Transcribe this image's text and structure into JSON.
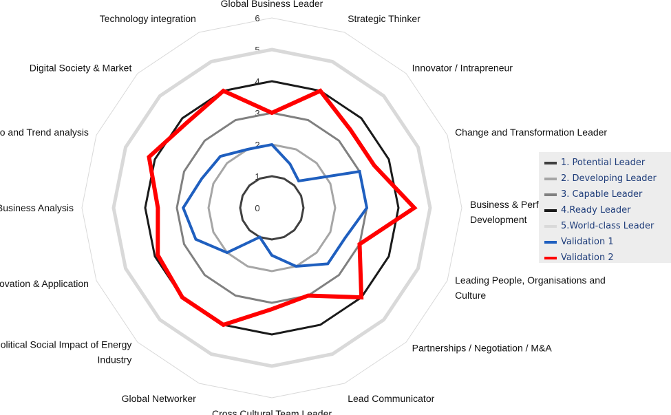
{
  "chart_data": {
    "type": "radar",
    "title": "",
    "categories": [
      "Global Business Leader",
      "Strategic Thinker",
      "Innovator / Intrapreneur",
      "Change and Transformation Leader",
      "Business & Performance Development",
      "Leading People, Organisations and Culture",
      "Partnerships / Negotiation / M&A",
      "Lead Communicator",
      "Cross Cultural Team Leader",
      "Global Networker",
      "Political Social Impact of Energy Industry",
      "Energy Innovation & Application",
      "Energy Business Analysis",
      "Scenario and Trend analysis",
      "Digital Society & Market",
      "Technology integration"
    ],
    "category_lines": [
      [
        "Global Business Leader"
      ],
      [
        "Strategic Thinker"
      ],
      [
        "Innovator / Intrapreneur"
      ],
      [
        "Change and Transformation Leader"
      ],
      [
        "Business & Performance",
        "Development"
      ],
      [
        "Leading People, Organisations and",
        "Culture"
      ],
      [
        "Partnerships / Negotiation / M&A"
      ],
      [
        "Lead Communicator"
      ],
      [
        "Cross Cultural Team Leader"
      ],
      [
        "Global Networker"
      ],
      [
        "Political Social Impact of Energy",
        "Industry"
      ],
      [
        "Energy Innovation & Application"
      ],
      [
        "Energy Business Analysis"
      ],
      [
        "Scenario and Trend analysis"
      ],
      [
        "Digital Society & Market"
      ],
      [
        "Technology integration"
      ]
    ],
    "rlim": [
      0,
      6
    ],
    "ticks": [
      "0",
      "1",
      "2",
      "3",
      "4",
      "5",
      "6"
    ],
    "grid": true,
    "legend_position": "right",
    "series": [
      {
        "name": "1. Potential Leader",
        "color": "#404040",
        "width": 3,
        "values": [
          1,
          1,
          1,
          1,
          1,
          1,
          1,
          1,
          1,
          1,
          1,
          1,
          1,
          1,
          1,
          1
        ]
      },
      {
        "name": "2. Developing Leader",
        "color": "#a6a6a6",
        "width": 3,
        "values": [
          2,
          2,
          2,
          2,
          2,
          2,
          2,
          2,
          2,
          2,
          2,
          2,
          2,
          2,
          2,
          2
        ]
      },
      {
        "name": "3. Capable Leader",
        "color": "#808080",
        "width": 3,
        "values": [
          3,
          3,
          3,
          3,
          3,
          3,
          3,
          3,
          3,
          3,
          3,
          3,
          3,
          3,
          3,
          3
        ]
      },
      {
        "name": "4.Ready Leader",
        "color": "#1a1a1a",
        "width": 3,
        "values": [
          4,
          4,
          4,
          4,
          4,
          4,
          4,
          4,
          4,
          4,
          4,
          4,
          4,
          4,
          4,
          4
        ]
      },
      {
        "name": "5.World-class Leader",
        "color": "#d9d9d9",
        "width": 5,
        "values": [
          5,
          5,
          5,
          5,
          5,
          5,
          5,
          5,
          5,
          5,
          5,
          5,
          5,
          5,
          5,
          5
        ]
      },
      {
        "name": "Validation 1",
        "color": "#1f5fbf",
        "width": 4,
        "values": [
          2,
          1.5,
          1.2,
          3,
          3,
          2.5,
          2.5,
          2,
          1.5,
          1,
          2,
          2.6,
          2.8,
          2.4,
          2.3,
          2
        ]
      },
      {
        "name": "Validation 2",
        "color": "#ff0000",
        "width": 6,
        "values": [
          3,
          4,
          3.5,
          3.5,
          4.5,
          3,
          4,
          3,
          3.2,
          4,
          4,
          3.9,
          3.6,
          4.2,
          3.8,
          4
        ]
      }
    ]
  }
}
